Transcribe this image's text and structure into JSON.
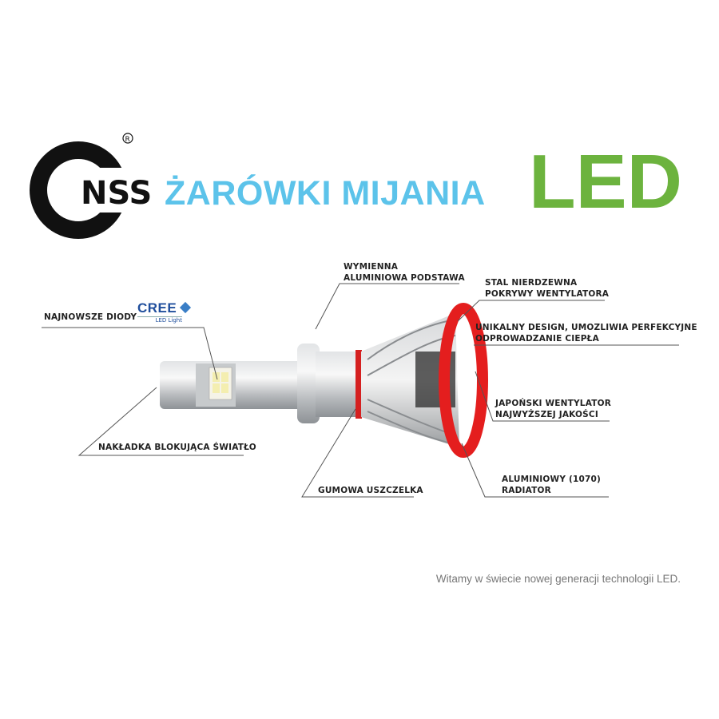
{
  "logo": {
    "text": "NSS",
    "registered": "®"
  },
  "header": {
    "title": "ŻAROWKI MIJANIA",
    "title_accent": "LED"
  },
  "cree": {
    "brand": "CREE",
    "sub": "LED Light"
  },
  "callouts": {
    "base": [
      "WYMIENNA",
      "ALUMINIOWA PODSTAWA"
    ],
    "steel": [
      "STAL NIERDZEWNA",
      "POKRYWY WENTYLATORA"
    ],
    "design": [
      "UNIKALNY DESIGN, UMOZLIWIA PERFEKCYJNE",
      "ODPROWADZANIE CIEPŁA"
    ],
    "fan": [
      "JAPOŃSKI WENTYLATOR",
      "NAJWYŻSZEJ JAKOŚCI"
    ],
    "radiator": [
      "ALUMINIOWY (1070)",
      "RADIATOR"
    ],
    "seal": "GUMOWA USZCZELKA",
    "diodes": "NAJNOWSZE DIODY",
    "cap": "NAKŁADKA BLOKUJĄCA ŚWIATŁO"
  },
  "footer": "Witamy w świecie nowej generacji technologii LED.",
  "colors": {
    "title": "#5cc3ea",
    "accent": "#6cb33e",
    "ring": "#e41e1e"
  }
}
